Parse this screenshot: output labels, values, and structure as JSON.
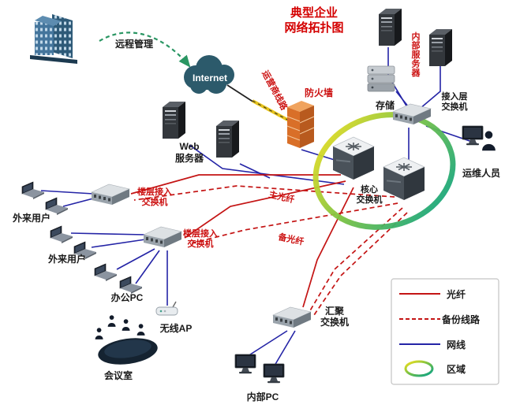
{
  "title": {
    "line1": "典型企业",
    "line2": "网络拓扑图"
  },
  "labels": {
    "remote_mgmt": "远程管理",
    "internet": "Internet",
    "carrier_line": "运营商线路",
    "firewall": "防火墙",
    "web_server": "Web\n服务器",
    "internal_server": "内部服务器",
    "storage": "存储",
    "access_switch": "接入层\n交换机",
    "ops_staff": "运维人员",
    "core_switch": "核心\n交换机",
    "floor_switch": "楼层接入\n交换机",
    "external_user": "外来用户",
    "office_pc": "办公PC",
    "wireless_ap": "无线AP",
    "meeting_room": "会议室",
    "aggregation_switch": "汇聚\n交换机",
    "internal_pc": "内部PC",
    "main_fiber": "主光纤",
    "backup_fiber": "备光纤"
  },
  "legend": {
    "items": [
      {
        "label": "光纤",
        "style": "fiber-solid-red"
      },
      {
        "label": "备份线路",
        "style": "fiber-dashed-red"
      },
      {
        "label": "网线",
        "style": "cable-solid-blue"
      },
      {
        "label": "区域",
        "style": "color-ring"
      }
    ]
  },
  "colors": {
    "title": "#d40000",
    "label_red": "#cc1111",
    "fiber": "#c41414",
    "backup": "#c41414",
    "cable": "#2424a6",
    "carrier": "#e6c31c",
    "remote": "#2a9663",
    "zone": [
      "#f9e11c",
      "#7fc341",
      "#00a08c"
    ]
  }
}
